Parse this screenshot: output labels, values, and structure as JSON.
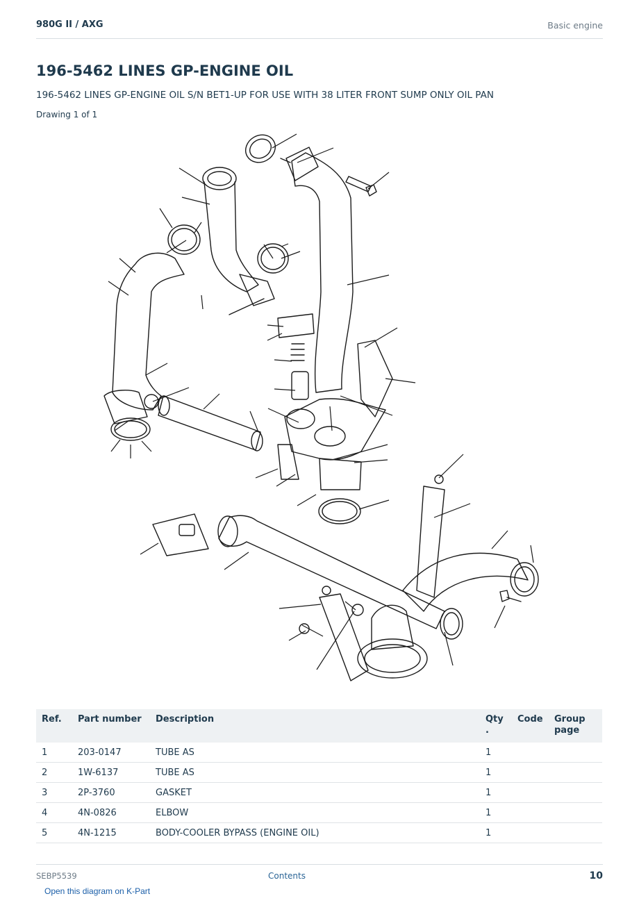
{
  "header": {
    "model": "980G II  /  AXG",
    "section": "Basic engine"
  },
  "page_title": "196-5462 LINES GP-ENGINE OIL",
  "subtitle": "196-5462 LINES GP-ENGINE OIL S/N BET1-UP FOR USE WITH 38 LITER FRONT SUMP ONLY OIL PAN",
  "drawing_label": "Drawing 1 of 1",
  "table": {
    "headers": {
      "ref": "Ref.",
      "part_number": "Part number",
      "description": "Description",
      "qty": "Qty .",
      "code": "Code",
      "group_page": "Group page"
    },
    "rows": [
      {
        "ref": "1",
        "part_number": "203-0147",
        "description": "TUBE AS",
        "qty": "1",
        "code": "",
        "group_page": ""
      },
      {
        "ref": "2",
        "part_number": "1W-6137",
        "description": "TUBE AS",
        "qty": "1",
        "code": "",
        "group_page": ""
      },
      {
        "ref": "3",
        "part_number": "2P-3760",
        "description": "GASKET",
        "qty": "1",
        "code": "",
        "group_page": ""
      },
      {
        "ref": "4",
        "part_number": "4N-0826",
        "description": "ELBOW",
        "qty": "1",
        "code": "",
        "group_page": ""
      },
      {
        "ref": "5",
        "part_number": "4N-1215",
        "description": "BODY-COOLER BYPASS (ENGINE OIL)",
        "qty": "1",
        "code": "",
        "group_page": ""
      }
    ]
  },
  "footer": {
    "doc_id": "SEBP5539",
    "contents_link": "Contents",
    "page_number": "10",
    "kpart_link": "Open this diagram on K-Part"
  }
}
